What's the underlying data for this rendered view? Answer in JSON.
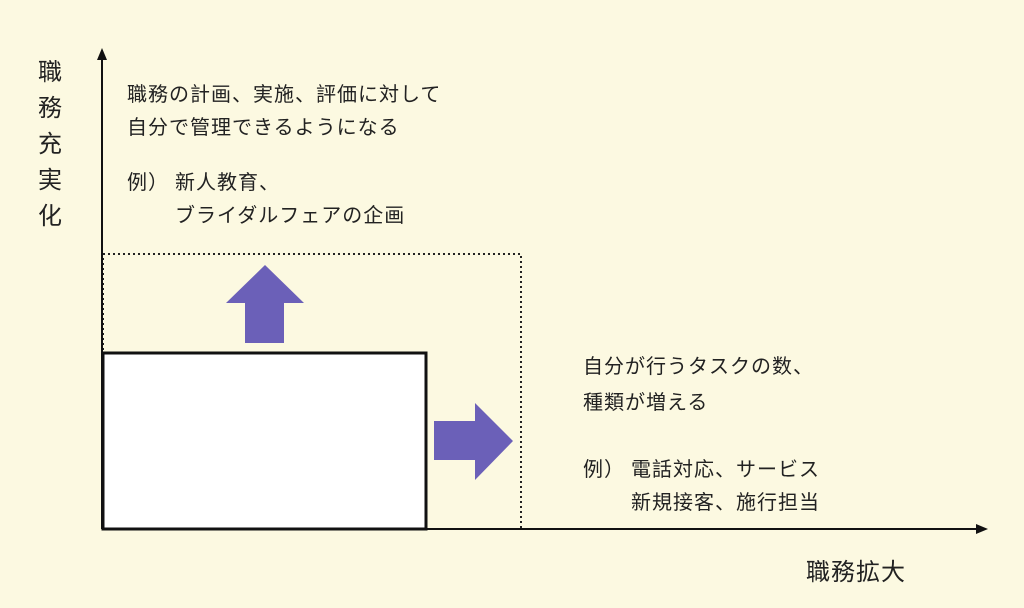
{
  "axes": {
    "y_label_chars": [
      "職",
      "務",
      "充",
      "実",
      "化"
    ],
    "x_label": "職務拡大"
  },
  "vertical_text": {
    "line1": "職務の計画、実施、評価に対して",
    "line2": "自分で管理できるようになる",
    "example_prefix": "例）",
    "example1": "新人教育、",
    "example2": "ブライダルフェアの企画"
  },
  "horizontal_text": {
    "line1": "自分が行うタスクの数、",
    "line2": "種類が増える",
    "example_prefix": "例）",
    "example1": "電話対応、サービス",
    "example2": "新規接客、施行担当"
  },
  "colors": {
    "background": "#fcf9e1",
    "arrow": "#6b60b8"
  }
}
